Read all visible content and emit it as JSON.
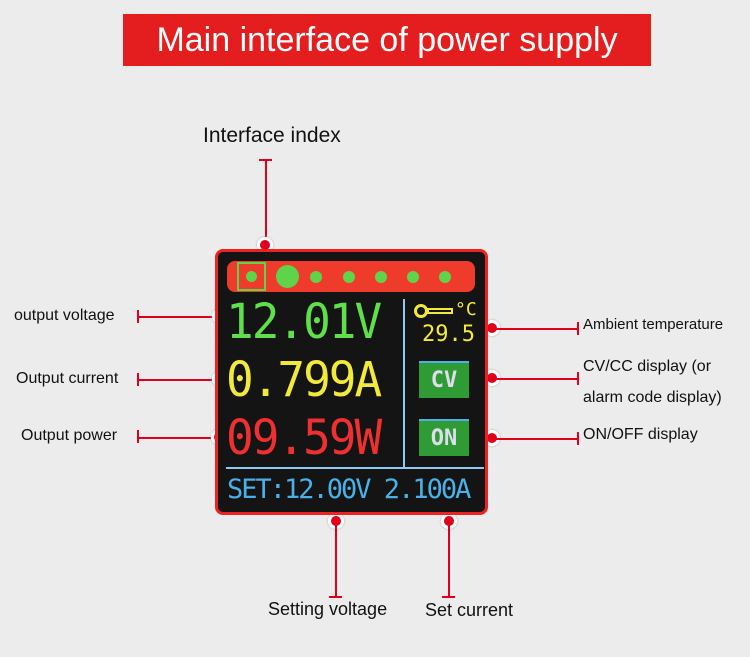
{
  "title": "Main interface of power supply",
  "labels": {
    "interface_index": "Interface index",
    "output_voltage": "output voltage",
    "output_current": "Output current",
    "output_power": "Output power",
    "ambient_temperature": "Ambient temperature",
    "cvcc_line1": "CV/CC display (or",
    "cvcc_line2": "alarm code display)",
    "onoff": "ON/OFF display",
    "setting_voltage": "Setting voltage",
    "set_current": "Set current"
  },
  "screen": {
    "voltage": "12.01V",
    "current": "0.799A",
    "power": "09.59W",
    "temp_unit": "°C",
    "temperature": "29.5",
    "mode": "CV",
    "output_state": "ON",
    "set_line": "SET:12.00V 2.100A",
    "page_count": 7,
    "active_page": 1
  },
  "colors": {
    "voltage": "#5fe04a",
    "current": "#f2ea3a",
    "power": "#ee3030",
    "set": "#4ab0e8",
    "accent": "#e41e1e"
  }
}
